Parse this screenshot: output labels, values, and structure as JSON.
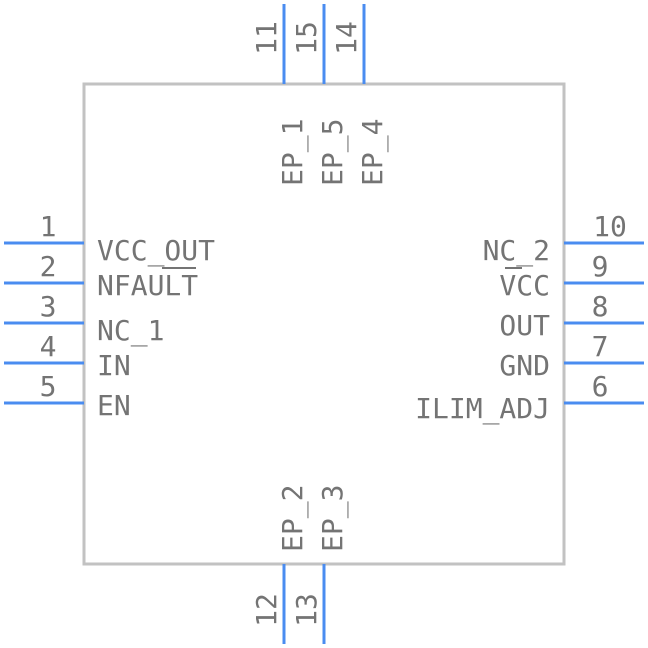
{
  "colors": {
    "pin": "#4a8cf0",
    "outline": "#c2c2c2",
    "text": "#747474",
    "background": "#ffffff"
  },
  "pins": {
    "p1": {
      "number": "1",
      "name": "VCC_OUT"
    },
    "p2": {
      "number": "2",
      "name": "NFAULT",
      "overbar": "AU"
    },
    "p3": {
      "number": "3",
      "name": "NC_1"
    },
    "p4": {
      "number": "4",
      "name": "IN"
    },
    "p5": {
      "number": "5",
      "name": "EN"
    },
    "p6": {
      "number": "6",
      "name": "ILIM_ADJ"
    },
    "p7": {
      "number": "7",
      "name": "GND"
    },
    "p8": {
      "number": "8",
      "name": "OUT"
    },
    "p9": {
      "number": "9",
      "name": "VCC",
      "overbar": "C"
    },
    "p10": {
      "number": "10",
      "name": "NC_2"
    },
    "p11": {
      "number": "11",
      "name": "EP_1"
    },
    "p12": {
      "number": "12",
      "name": "EP_2"
    },
    "p13": {
      "number": "13",
      "name": "EP_3"
    },
    "p14": {
      "number": "14",
      "name": "EP_4"
    },
    "p15": {
      "number": "15",
      "name": "EP_5"
    }
  }
}
